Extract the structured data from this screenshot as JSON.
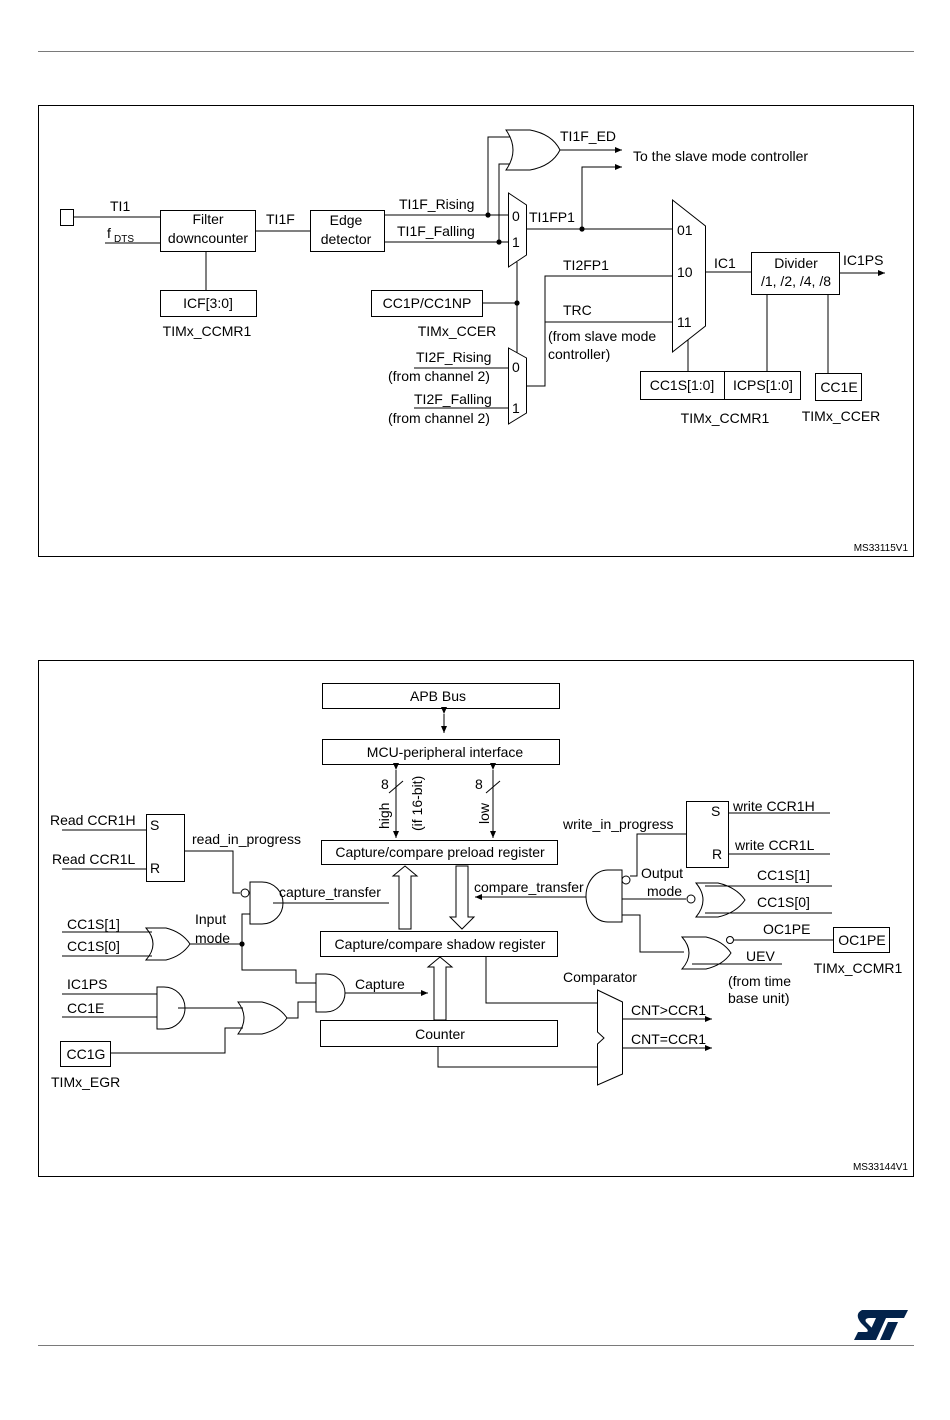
{
  "diagram1": {
    "ti1": "TI1",
    "fdts_f": "f",
    "fdts_sub": "DTS",
    "filter_l1": "Filter",
    "filter_l2": "downcounter",
    "ti1f": "TI1F",
    "edge_l1": "Edge",
    "edge_l2": "detector",
    "icf": "ICF[3:0]",
    "ccmr1_a": "TIMx_CCMR1",
    "ti1f_rising": "TI1F_Rising",
    "ti1f_falling": "TI1F_Falling",
    "ti1f_ed": "TI1F_ED",
    "slave": "To the slave mode controller",
    "mux_0": "0",
    "mux_1": "1",
    "ti1fp1": "TI1FP1",
    "ti2fp1": "TI2FP1",
    "cc1p": "CC1P/CC1NP",
    "ccer_a": "TIMx_CCER",
    "ti2f_rising": "TI2F_Rising",
    "ch2_a": "(from channel 2)",
    "ti2f_falling": "TI2F_Falling",
    "ch2_b": "(from channel 2)",
    "trc": "TRC",
    "trc_l1": "(from slave mode",
    "trc_l2": "controller)",
    "m01": "01",
    "m10": "10",
    "m11": "11",
    "ic1": "IC1",
    "div_l1": "Divider",
    "div_l2": "/1, /2, /4, /8",
    "ic1ps": "IC1PS",
    "cc1s": "CC1S[1:0]",
    "icps": "ICPS[1:0]",
    "cc1e": "CC1E",
    "ccmr1_b": "TIMx_CCMR1",
    "ccer_b": "TIMx_CCER",
    "code": "MS33115V1"
  },
  "diagram2": {
    "apb": "APB Bus",
    "mcu": "MCU-peripheral interface",
    "eight_a": "8",
    "eight_b": "8",
    "high": "high",
    "if16": "(if 16-bit)",
    "low": "low",
    "read_h": "Read CCR1H",
    "read_l": "Read CCR1L",
    "s1": "S",
    "r1": "R",
    "rip": "read_in_progress",
    "preload": "Capture/compare preload register",
    "write_ip": "write_in_progress",
    "s2": "S",
    "r2": "R",
    "write_h": "write CCR1H",
    "write_l": "write CCR1L",
    "capture_transfer": "capture_transfer",
    "compare_transfer": "compare_transfer",
    "output_l1": "Output",
    "output_l2": "mode",
    "cc1s1_b": "CC1S[1]",
    "cc1s0_b": "CC1S[0]",
    "cc1s1_a": "CC1S[1]",
    "cc1s0_a": "CC1S[0]",
    "input_l1": "Input",
    "input_l2": "mode",
    "shadow": "Capture/compare shadow register",
    "oc1pe": "OC1PE",
    "oc1pe_box": "OC1PE",
    "ccmr1": "TIMx_CCMR1",
    "uev": "UEV",
    "uev_l1": "(from time",
    "uev_l2": "base unit)",
    "ic1ps": "IC1PS",
    "cc1e": "CC1E",
    "capture": "Capture",
    "comparator": "Comparator",
    "cnt_gt": "CNT>CCR1",
    "cnt_eq": "CNT=CCR1",
    "counter": "Counter",
    "cc1g": "CC1G",
    "egr": "TIMx_EGR",
    "code": "MS33144V1"
  },
  "brand_color": "#03234b",
  "logo_icon": "st-logo-icon"
}
